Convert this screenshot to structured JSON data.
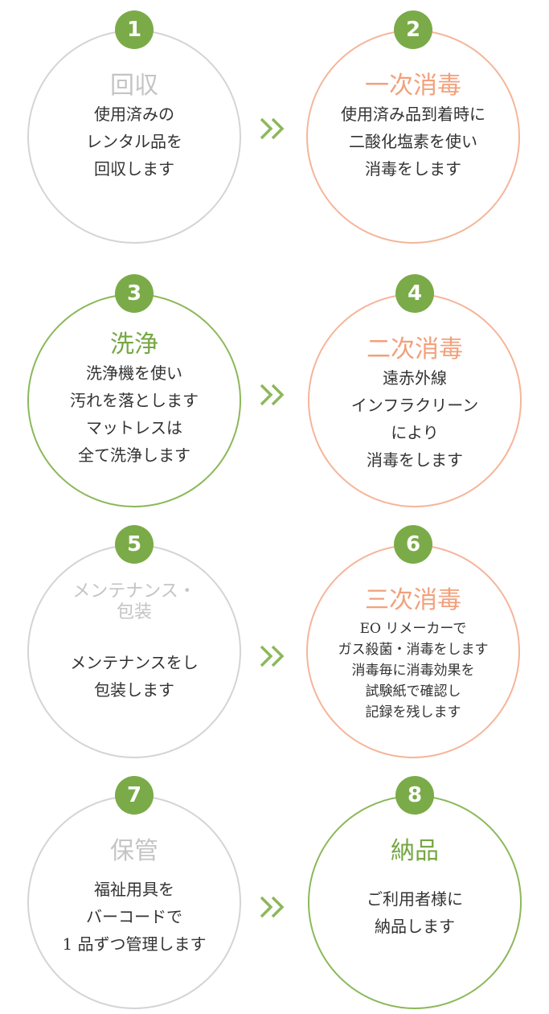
{
  "steps": [
    {
      "number": "1",
      "title": [
        "回収"
      ],
      "desc": [
        "使用済みの",
        "レンタル品を",
        "回収します"
      ],
      "color": "#d4d4d4"
    },
    {
      "number": "2",
      "title": [
        "一次消毒"
      ],
      "desc": [
        "使用済み品到着時に",
        "二酸化塩素を使い",
        "消毒をします"
      ],
      "color": "#f5b59a"
    },
    {
      "number": "3",
      "title": [
        "洗浄"
      ],
      "desc": [
        "洗浄機を使い",
        "汚れを落とします",
        "マットレスは",
        "全て洗浄します"
      ],
      "color": "#8cb85a"
    },
    {
      "number": "4",
      "title": [
        "二次消毒"
      ],
      "desc": [
        "遠赤外線",
        "インフラクリーン",
        "により",
        "消毒をします"
      ],
      "color": "#f5b59a"
    },
    {
      "number": "5",
      "title": [
        "メンテナンス・",
        "包装"
      ],
      "desc": [
        "メンテナンスをし",
        "包装します"
      ],
      "color": "#d4d4d4"
    },
    {
      "number": "6",
      "title": [
        "三次消毒"
      ],
      "desc": [
        "EO リメーカーで",
        "ガス殺菌・消毒をします",
        "消毒毎に消毒効果を",
        "試験紙で確認し",
        "記録を残します"
      ],
      "color": "#f5b59a"
    },
    {
      "number": "7",
      "title": [
        "保管"
      ],
      "desc": [
        "福祉用具を",
        "バーコードで",
        "1 品ずつ管理します"
      ],
      "color": "#d4d4d4"
    },
    {
      "number": "8",
      "title": [
        "納品"
      ],
      "desc": [
        "ご利用者様に",
        "納品します"
      ],
      "color": "#8cb85a"
    }
  ],
  "colors": {
    "badge": "#7aab48",
    "arrow": "#8cb85a"
  },
  "icons": {
    "arrow": "double-chevron-right-icon"
  }
}
